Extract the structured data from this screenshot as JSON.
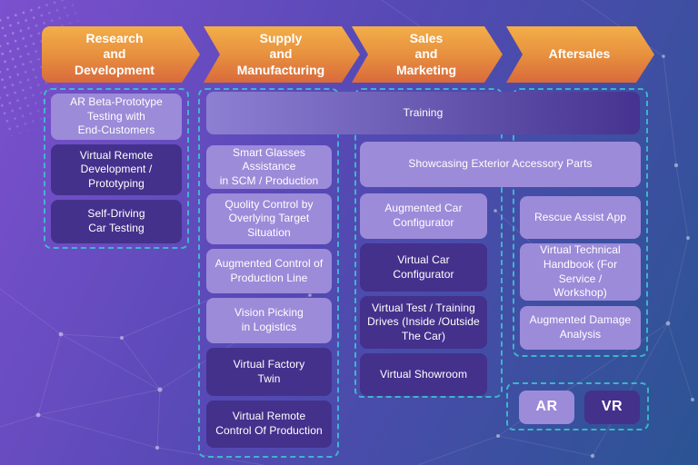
{
  "colors": {
    "bg_tl": "#7c50ce",
    "bg_mid": "#5549b4",
    "bg_br": "#2b5493",
    "ar_box": "#9c8bd9",
    "vr_box": "#44318c",
    "training_left": "#8d80d3",
    "training_right": "#453390",
    "arrow_top": "#f3ae49",
    "arrow_bottom": "#d96a3c",
    "dash": "#3cc8d0",
    "text": "#ffffff"
  },
  "stages": [
    {
      "label": "Research\nand\nDevelopment"
    },
    {
      "label": "Supply\nand\nManufacturing"
    },
    {
      "label": "Sales\nand\nMarketing"
    },
    {
      "label": "Aftersales"
    }
  ],
  "shared_boxes": {
    "training": {
      "label": "Training",
      "tech": "mixed"
    },
    "showcasing": {
      "label": "Showcasing Exterior Accessory Parts",
      "tech": "ar"
    }
  },
  "research_boxes": [
    {
      "label": "AR Beta-Prototype\nTesting with\nEnd-Customers",
      "tech": "ar"
    },
    {
      "label": "Virtual Remote\nDevelopment /\nPrototyping",
      "tech": "vr"
    },
    {
      "label": "Self-Driving\nCar Testing",
      "tech": "vr"
    }
  ],
  "supply_boxes": [
    {
      "label": "Smart Glasses Assistance\nin SCM / Production",
      "tech": "ar"
    },
    {
      "label": "Quolity Control by\nOverlying Target\nSituation",
      "tech": "ar"
    },
    {
      "label": "Augmented Control of\nProduction Line",
      "tech": "ar"
    },
    {
      "label": "Vision Picking\nin Logistics",
      "tech": "ar"
    },
    {
      "label": "Virtual Factory\nTwin",
      "tech": "vr"
    },
    {
      "label": "Virtual Remote\nControl Of Production",
      "tech": "vr"
    }
  ],
  "sales_boxes": [
    {
      "label": "Augmented Car\nConfigurator",
      "tech": "ar"
    },
    {
      "label": "Virtual Car\nConfigurator",
      "tech": "vr"
    },
    {
      "label": "Virtual Test / Training\nDrives (Inside /Outside\nThe Car)",
      "tech": "vr"
    },
    {
      "label": "Virtual Showroom",
      "tech": "vr"
    }
  ],
  "aftersales_boxes": [
    {
      "label": "Rescue Assist App",
      "tech": "ar"
    },
    {
      "label": "Virtual Technical\nHandbook (For Service /\nWorkshop)",
      "tech": "ar"
    },
    {
      "label": "Augmented Damage\nAnalysis",
      "tech": "ar"
    }
  ],
  "legend": {
    "ar": "AR",
    "vr": "VR"
  }
}
